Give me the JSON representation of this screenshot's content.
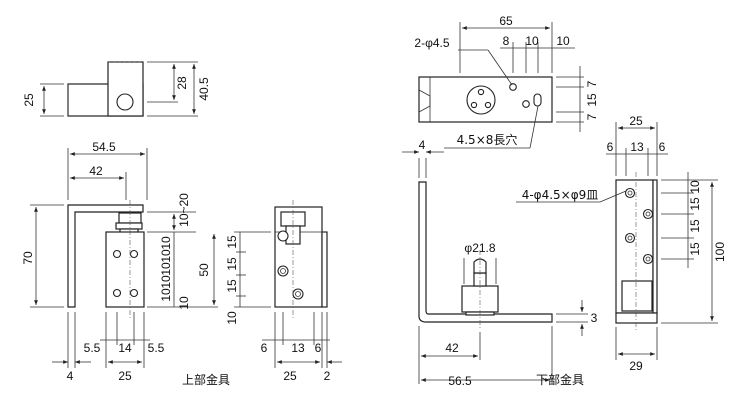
{
  "labels": {
    "d_25": "25",
    "d_28": "28",
    "d_40_5": "40.5",
    "d_54_5": "54.5",
    "d_42": "42",
    "d_70": "70",
    "d_10_20": "10~20",
    "d_10a": "10",
    "d_10b": "10",
    "d_10c": "10",
    "d_10d": "10",
    "d_10e": "10",
    "d_10f": "10",
    "d_50": "50",
    "d_5_5a": "5.5",
    "d_14": "14",
    "d_5_5b": "5.5",
    "d_4a": "4",
    "d_25b": "25",
    "d_15a": "15",
    "d_15b": "15",
    "d_15c": "15",
    "d_10g": "10",
    "d_6a": "6",
    "d_13a": "13",
    "d_6b": "6",
    "d_25c": "25",
    "d_2": "2",
    "d_65": "65",
    "d_8": "8",
    "d_10h": "10",
    "d_10i": "10",
    "d_2phi45": "2-φ4.5",
    "d_7a": "7",
    "d_15d": "15",
    "d_7b": "7",
    "d_slot": "4.5×8長穴",
    "d_4b": "4",
    "d_25d": "25",
    "d_6c": "6",
    "d_13b": "13",
    "d_6d": "6",
    "d_4phi": "4-φ4.5×φ9皿",
    "d_10j": "10",
    "d_15e": "15",
    "d_15f": "15",
    "d_15g": "15",
    "d_100": "100",
    "d_phi218": "φ21.8",
    "d_3": "3",
    "d_42b": "42",
    "d_56_5": "56.5",
    "d_29": "29"
  },
  "captions": {
    "upper": "上部金具",
    "lower": "下部金具"
  }
}
